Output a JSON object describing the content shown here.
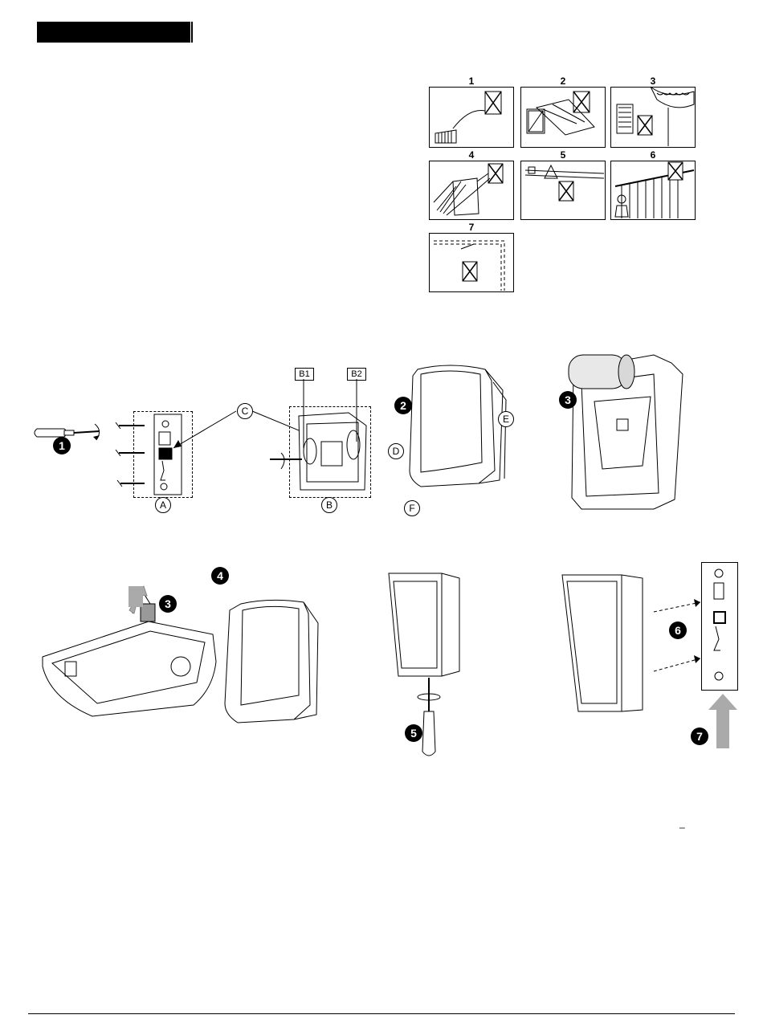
{
  "header": {
    "bar": "black-title-bar"
  },
  "location_panels": [
    {
      "number": "1"
    },
    {
      "number": "2"
    },
    {
      "number": "3"
    },
    {
      "number": "4"
    },
    {
      "number": "5"
    },
    {
      "number": "6"
    },
    {
      "number": "7"
    }
  ],
  "callouts": {
    "A": "A",
    "B": "B",
    "B1": "B1",
    "B2": "B2",
    "C": "C",
    "D": "D",
    "E": "E",
    "F": "F"
  },
  "steps": {
    "s1": "1",
    "s2": "2",
    "s3a": "3",
    "s3b": "3",
    "s4": "4",
    "s5": "5",
    "s6": "6",
    "s7": "7"
  },
  "stray_mark": "_"
}
